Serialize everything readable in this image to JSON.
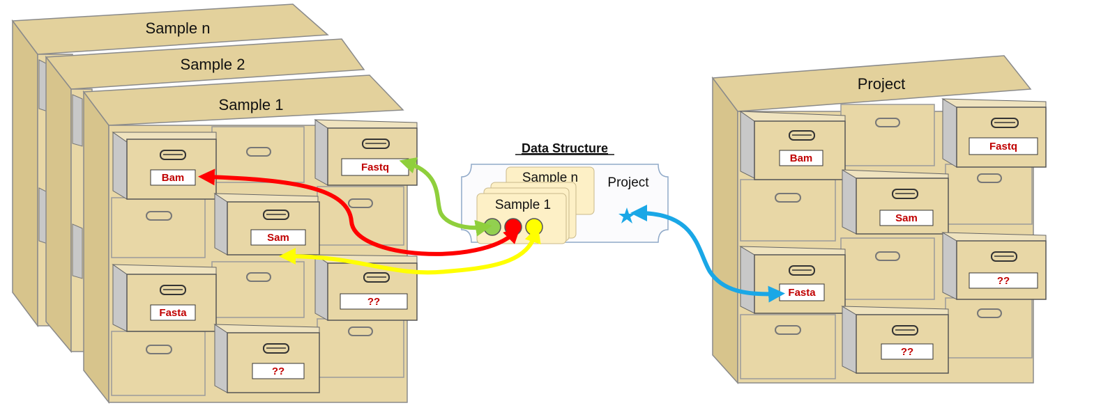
{
  "colors": {
    "cabinet_front": "#e8d7a6",
    "cabinet_top": "#e3d19c",
    "drawer_side": "#c8c8c8",
    "label_text": "#c00000",
    "arrow_fasta_project": "#1aa7e6",
    "arrow_bam": "#ff0000",
    "arrow_sam": "#ffff00",
    "arrow_fastq": "#8fcf3c",
    "dot_green": "#92d050",
    "dot_red": "#ff0000",
    "dot_yellow": "#ffff00",
    "star": "#1aa7e6"
  },
  "sample_cabinets": {
    "back_title": "Sample n",
    "middle_title": "Sample 2",
    "front_title": "Sample 1",
    "labels": {
      "bam": "Bam",
      "fastq": "Fastq",
      "sam": "Sam",
      "fasta": "Fasta",
      "unknown_a": "??",
      "unknown_b": "??"
    }
  },
  "project_cabinet": {
    "title": "Project",
    "labels": {
      "bam": "Bam",
      "fastq": "Fastq",
      "sam": "Sam",
      "fasta": "Fasta",
      "unknown_a": "??",
      "unknown_b": "??"
    }
  },
  "data_structure": {
    "title": "Data Structure",
    "sample_n": "Sample n",
    "sample_1": "Sample 1",
    "project": "Project",
    "star_icon": "star-icon"
  }
}
